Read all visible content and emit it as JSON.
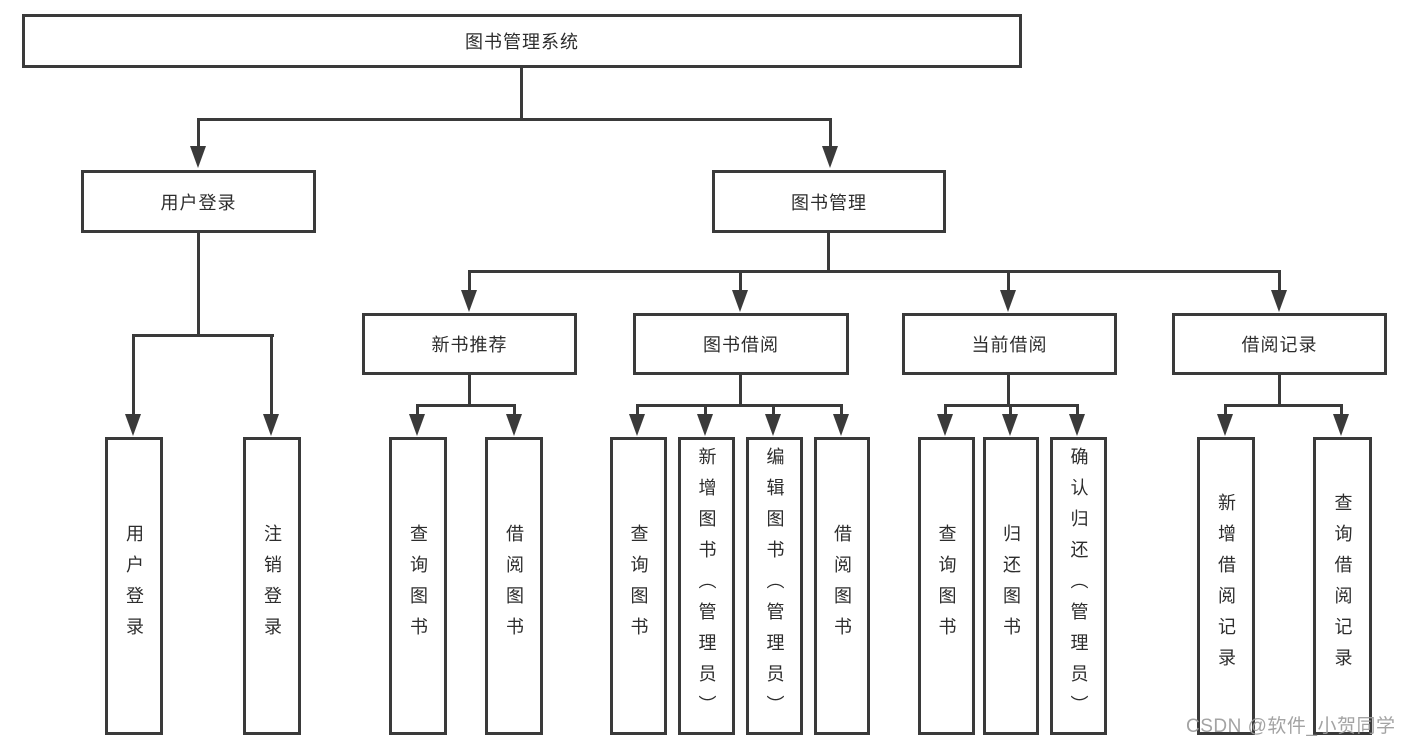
{
  "diagram": {
    "root": {
      "label": "图书管理系统"
    },
    "login_branch": {
      "label": "用户登录",
      "children": [
        "用户登录",
        "注销登录"
      ]
    },
    "mgmt_branch": {
      "label": "图书管理",
      "groups": [
        {
          "label": "新书推荐",
          "children": [
            "查询图书",
            "借阅图书"
          ]
        },
        {
          "label": "图书借阅",
          "children": [
            "查询图书",
            "新增图书（管理员）",
            "编辑图书（管理员）",
            "借阅图书"
          ]
        },
        {
          "label": "当前借阅",
          "children": [
            "查询图书",
            "归还图书",
            "确认归还（管理员）"
          ]
        },
        {
          "label": "借阅记录",
          "children": [
            "新增借阅记录",
            "查询借阅记录"
          ]
        }
      ]
    }
  },
  "watermark": {
    "text": "CSDN @软件_小贺同学",
    "color": "#9c9c9c"
  },
  "colors": {
    "line": "#3a3a3a",
    "text": "#2d2d2d",
    "background": "#ffffff"
  }
}
